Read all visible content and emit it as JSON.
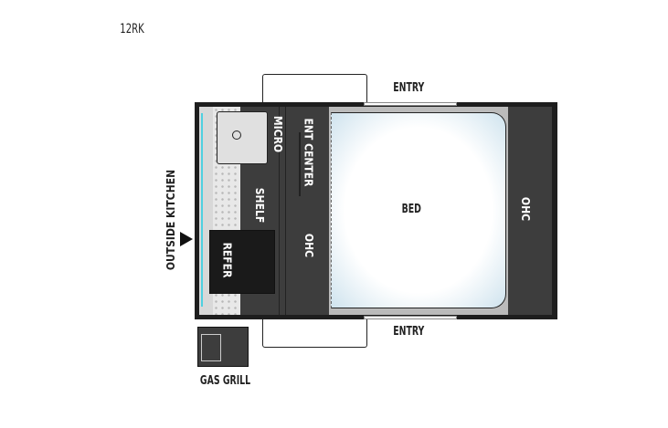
{
  "title": "12RK",
  "labels": {
    "entry_top": "ENTRY",
    "entry_bottom": "ENTRY",
    "bed": "BED",
    "ohc_front": "OHC",
    "ohc_rear": "OHC",
    "ent_center": "ENT CENTER",
    "micro": "MICRO",
    "shelf": "SHELF",
    "refer": "REFER",
    "outside_kitchen": "OUTSIDE KITCHEN",
    "gas_grill": "GAS GRILL"
  },
  "colors": {
    "wall": "#1e1e1e",
    "cabinet": "#3d3d3d",
    "bed": "#f4f9fc",
    "accent": "#4fd0e0"
  }
}
